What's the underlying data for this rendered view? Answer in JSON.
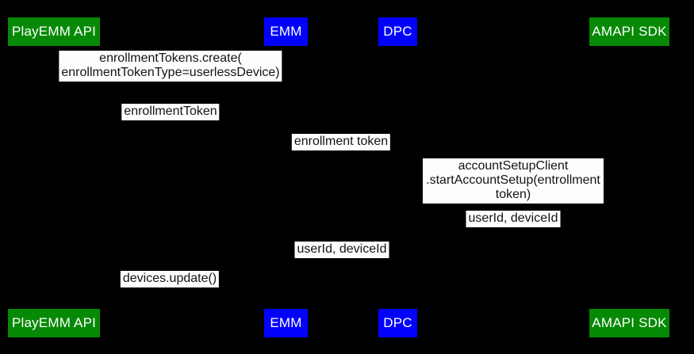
{
  "diagram": {
    "background": "#000000",
    "label_background": "#fdfdfd",
    "label_text_color": "#141414",
    "actors": [
      {
        "label": "PlayEMM API",
        "color": "#068A06"
      },
      {
        "label": "EMM",
        "color": "#0202fc"
      },
      {
        "label": "DPC",
        "color": "#0202fc"
      },
      {
        "label": "AMAPI SDK",
        "color": "#068A06"
      }
    ],
    "messages": [
      {
        "between": [
          "PlayEMM API",
          "EMM"
        ],
        "text": "enrollmentTokens.create(\nenrollmentTokenType=userlessDevice)"
      },
      {
        "between": [
          "PlayEMM API",
          "EMM"
        ],
        "text": "enrollmentToken"
      },
      {
        "between": [
          "EMM",
          "DPC"
        ],
        "text": "enrollment token"
      },
      {
        "between": [
          "DPC",
          "AMAPI SDK"
        ],
        "text": "accountSetupClient\n.startAccountSetup(entrollment token)"
      },
      {
        "between": [
          "DPC",
          "AMAPI SDK"
        ],
        "text": "userId, deviceId"
      },
      {
        "between": [
          "EMM",
          "DPC"
        ],
        "text": "userId, deviceId"
      },
      {
        "between": [
          "PlayEMM API",
          "EMM"
        ],
        "text": "devices.update()"
      }
    ]
  }
}
